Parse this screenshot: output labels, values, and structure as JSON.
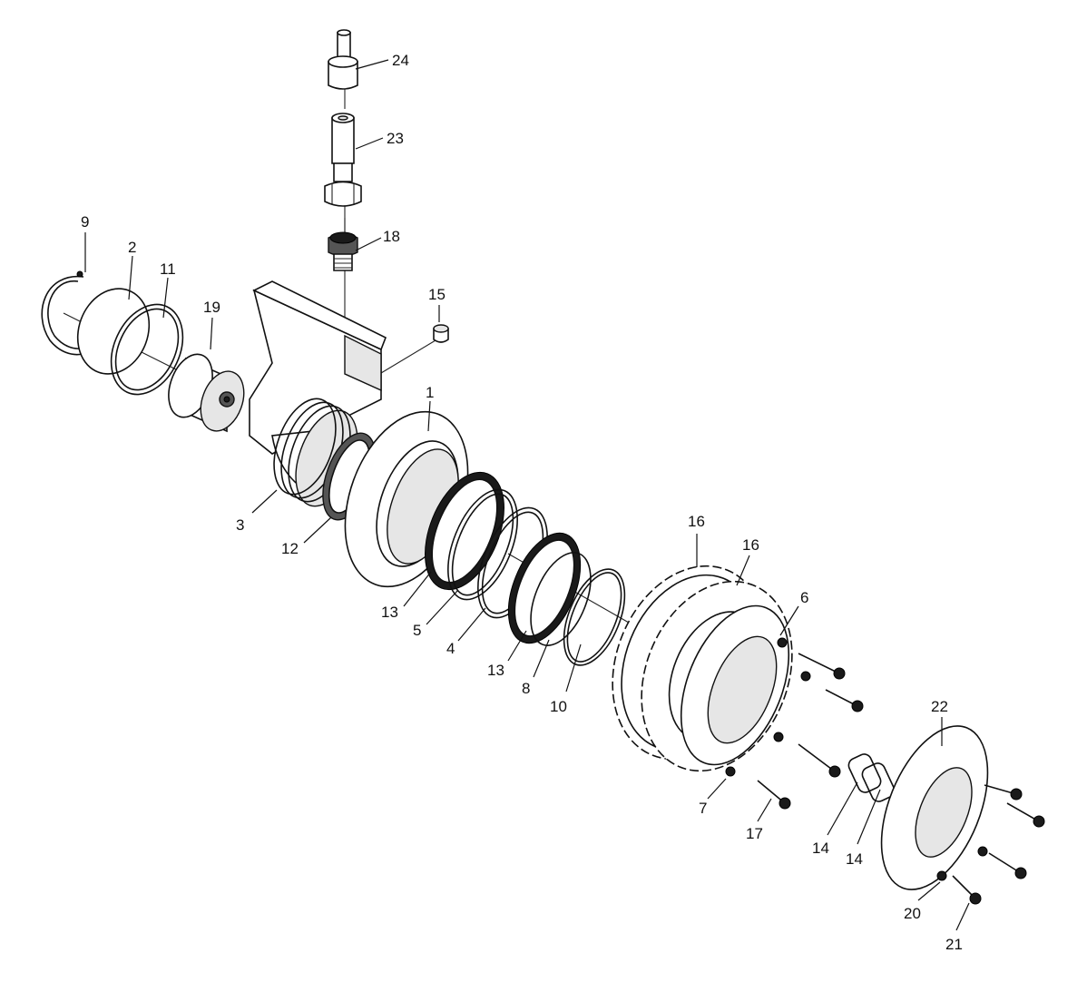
{
  "callouts": [
    {
      "id": "c24",
      "label": "24"
    },
    {
      "id": "c23",
      "label": "23"
    },
    {
      "id": "c18",
      "label": "18"
    },
    {
      "id": "c9",
      "label": "9"
    },
    {
      "id": "c2",
      "label": "2"
    },
    {
      "id": "c11",
      "label": "11"
    },
    {
      "id": "c19",
      "label": "19"
    },
    {
      "id": "c15",
      "label": "15"
    },
    {
      "id": "c1",
      "label": "1"
    },
    {
      "id": "c3",
      "label": "3"
    },
    {
      "id": "c12",
      "label": "12"
    },
    {
      "id": "c13a",
      "label": "13"
    },
    {
      "id": "c5",
      "label": "5"
    },
    {
      "id": "c4",
      "label": "4"
    },
    {
      "id": "c13b",
      "label": "13"
    },
    {
      "id": "c8",
      "label": "8"
    },
    {
      "id": "c10",
      "label": "10"
    },
    {
      "id": "c16a",
      "label": "16"
    },
    {
      "id": "c16b",
      "label": "16"
    },
    {
      "id": "c6",
      "label": "6"
    },
    {
      "id": "c7",
      "label": "7"
    },
    {
      "id": "c17",
      "label": "17"
    },
    {
      "id": "c14a",
      "label": "14"
    },
    {
      "id": "c14b",
      "label": "14"
    },
    {
      "id": "c22",
      "label": "22"
    },
    {
      "id": "c20",
      "label": "20"
    },
    {
      "id": "c21",
      "label": "21"
    }
  ]
}
